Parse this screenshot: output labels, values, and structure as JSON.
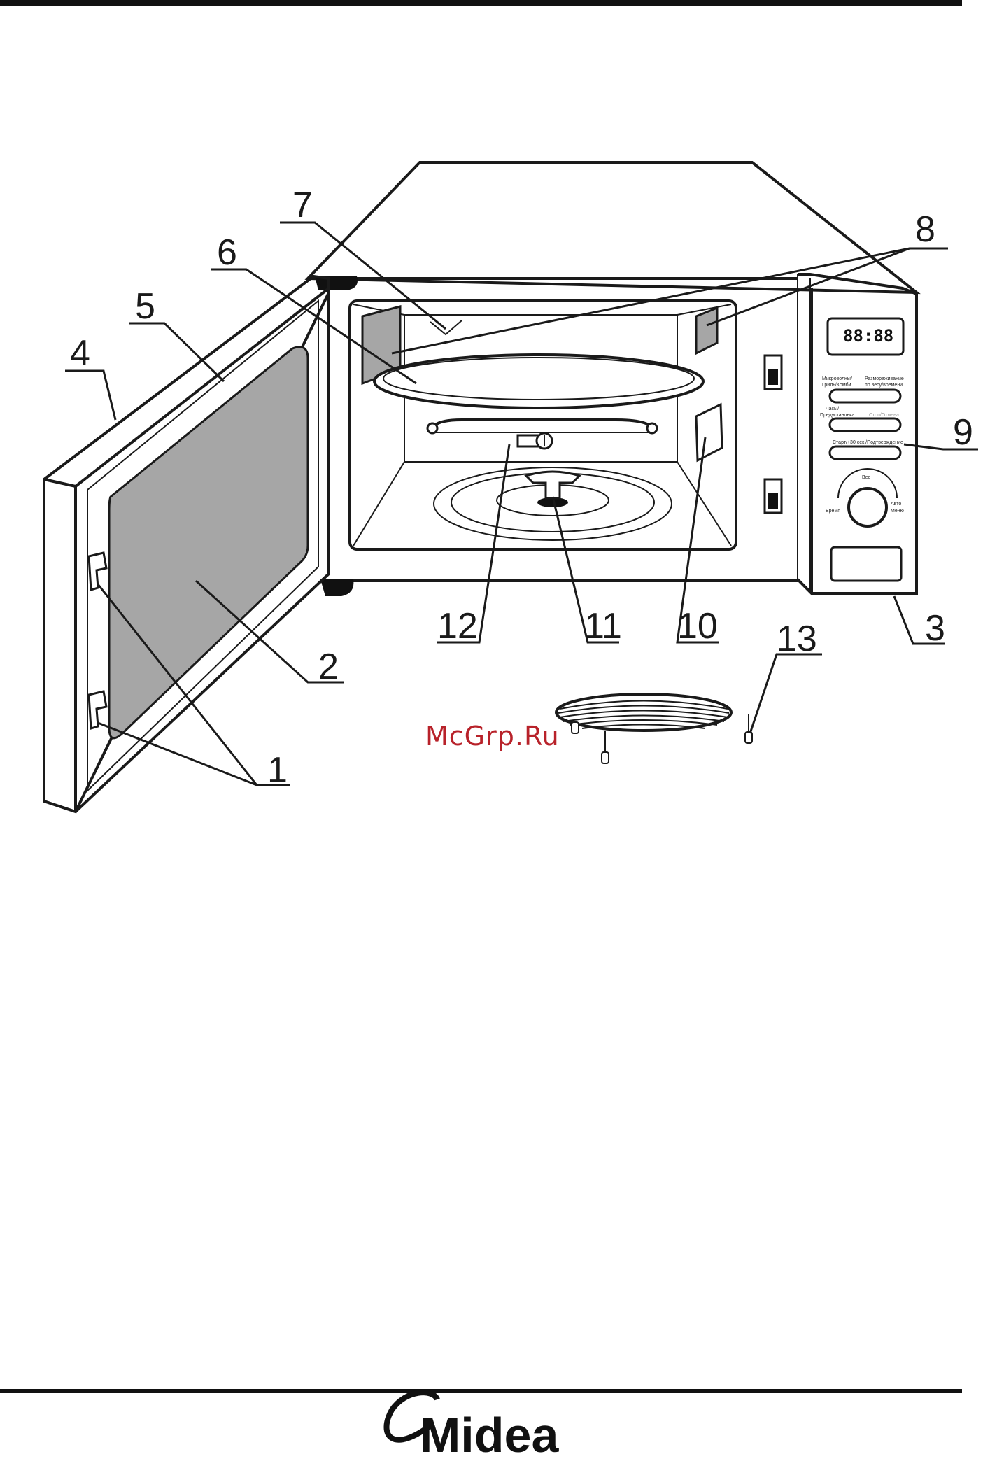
{
  "callouts": {
    "c1": "1",
    "c2": "2",
    "c3": "3",
    "c4": "4",
    "c5": "5",
    "c6": "6",
    "c7": "7",
    "c8": "8",
    "c9": "9",
    "c10": "10",
    "c11": "11",
    "c12": "12",
    "c13": "13"
  },
  "control_panel": {
    "display": "88:88",
    "btn1_left": [
      "Микроволны/",
      "Гриль/Комби"
    ],
    "btn1_right": [
      "Размораживание",
      "по весу/времени"
    ],
    "btn2_left": [
      "Часы/",
      "Предустановка"
    ],
    "btn2_right": "Стоп/Отмена",
    "btn3": "Старт/+30 сек./Подтверждение",
    "dial_top": "Вес",
    "dial_left": "Время",
    "dial_right": [
      "Авто",
      "Меню"
    ]
  },
  "watermark": "McGrp.Ru",
  "brand": "Midea",
  "colors": {
    "watermark": "#b8222a",
    "window": "#a6a6a6",
    "line": "#1a1a1a"
  }
}
